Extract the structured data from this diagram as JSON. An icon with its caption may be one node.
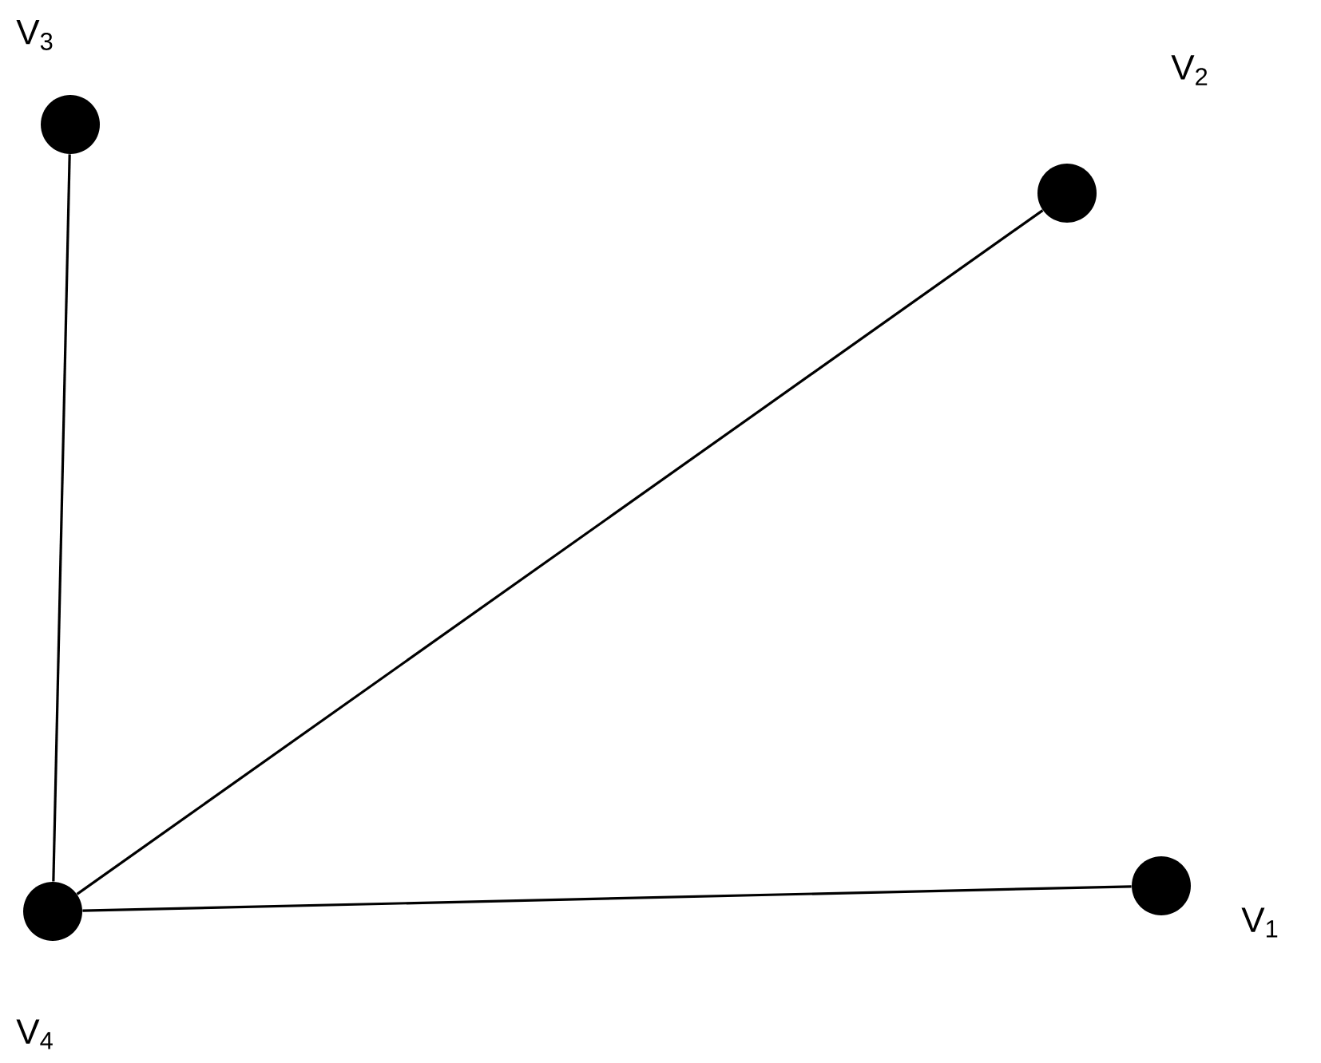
{
  "diagram": {
    "nodes": [
      {
        "text": [],
        "shape": "circle",
        "beside": [
          "V$_{3}$"
        ]
      },
      {
        "text": [],
        "shape": "circle",
        "beside": [
          "V$_{2}$"
        ]
      },
      {
        "text": [],
        "shape": "circle",
        "beside": [
          "V$_{1}$"
        ]
      },
      {
        "text": [],
        "shape": "circle",
        "beside": [
          "V$_{4}$"
        ]
      }
    ],
    "edges": [
      {
        "from": 3,
        "to": 0,
        "arrow": "none"
      },
      {
        "from": 3,
        "to": 1,
        "arrow": "none"
      },
      {
        "from": 3,
        "to": 2,
        "arrow": "none"
      }
    ]
  }
}
